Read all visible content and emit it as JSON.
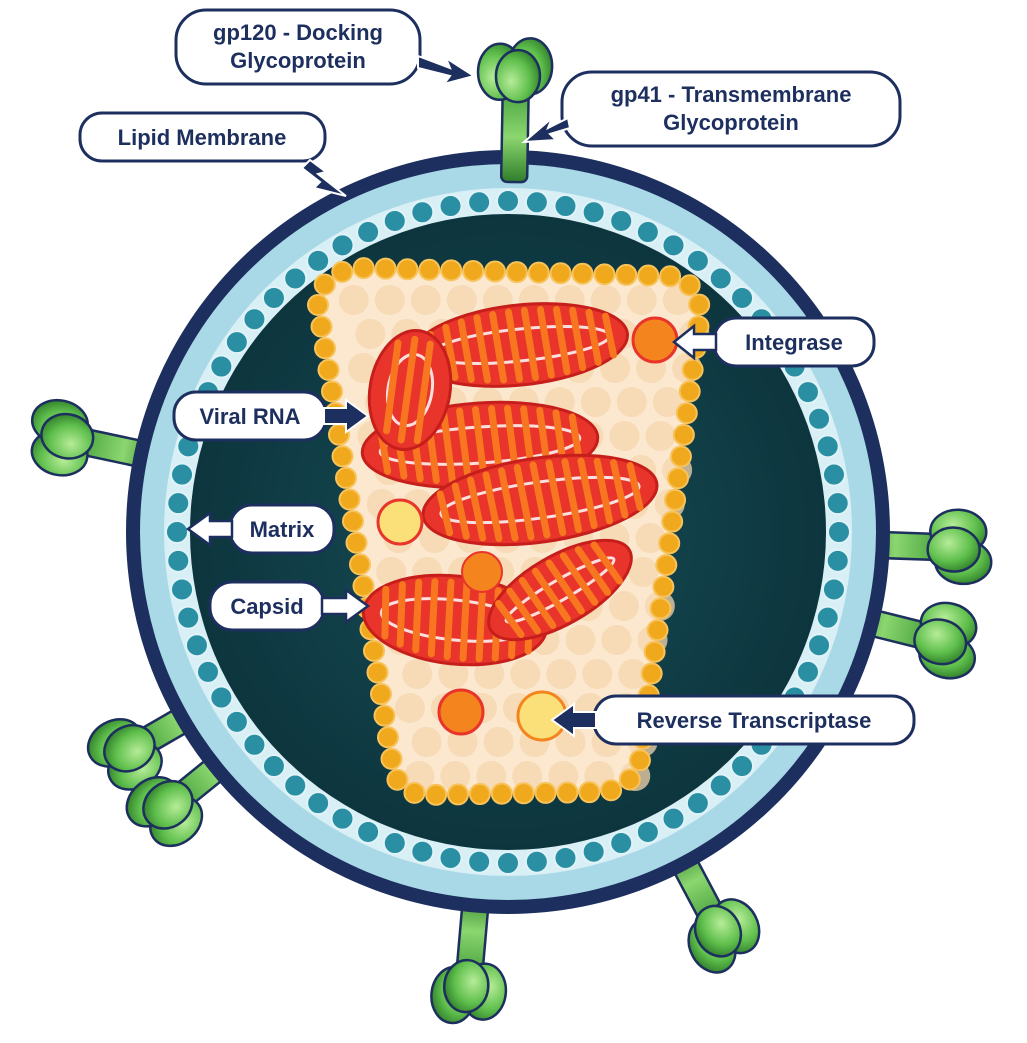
{
  "labels": {
    "gp120_line1": "gp120 - Docking",
    "gp120_line2": "Glycoprotein",
    "gp41_line1": "gp41 - Transmembrane",
    "gp41_line2": "Glycoprotein",
    "lipid_membrane": "Lipid Membrane",
    "integrase": "Integrase",
    "viral_rna": "Viral RNA",
    "matrix": "Matrix",
    "capsid": "Capsid",
    "reverse_transcriptase": "Reverse Transcriptase"
  },
  "colors": {
    "outer_ring": "#1d2f5e",
    "membrane": "#a9d8e6",
    "matrix_beads": "#2a8fa3",
    "interior": "#0f3e47",
    "capsid_beads": "#f0a81d",
    "capsid_fill": "#fbe8cf",
    "rna": "#e8342b",
    "rna_stripes": "#f7761f",
    "glycoprotein": "#55b848",
    "enzyme_orange": "#f4841e",
    "enzyme_pale": "#fbe07a"
  }
}
